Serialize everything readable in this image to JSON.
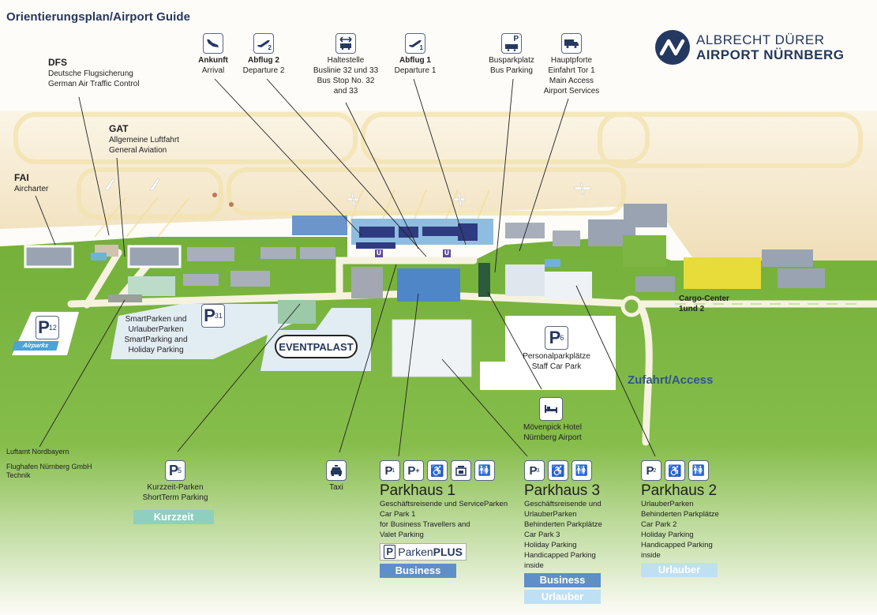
{
  "title": "Orientierungsplan/Airport Guide",
  "logo": {
    "line1": "ALBRECHT DÜRER",
    "line2": "AIRPORT NÜRNBERG",
    "brand_color": "#25385f"
  },
  "top_icons": [
    {
      "icon": "arrival-plane-icon",
      "label_bold": "Ankunft",
      "label": "Arrival"
    },
    {
      "icon": "departure-2-plane-icon",
      "label_bold": "Abflug 2",
      "label": "Departure 2",
      "badge": "2"
    },
    {
      "icon": "bus-stop-icon",
      "lines": [
        "Haltestelle",
        "Buslinie 32 und 33",
        "Bus Stop No. 32",
        "and 33"
      ]
    },
    {
      "icon": "departure-1-plane-icon",
      "label_bold": "Abflug 1",
      "label": "Departure 1",
      "badge": "1"
    },
    {
      "icon": "bus-parking-icon",
      "lines": [
        "Busparkplatz",
        "Bus Parking"
      ],
      "badge": "P"
    },
    {
      "icon": "truck-icon",
      "lines": [
        "Hauptpforte",
        "Einfahrt Tor 1",
        "Main Access",
        "Airport Services"
      ]
    }
  ],
  "left_labels": {
    "dfs": {
      "title": "DFS",
      "line1": "Deutsche Flugsicherung",
      "line2": "German Air Traffic Control"
    },
    "gat": {
      "title": "GAT",
      "line1": "Allgemeine Luftfahrt",
      "line2": "General Aviation"
    },
    "fai": {
      "title": "FAI",
      "line1": "Aircharter"
    }
  },
  "map": {
    "p12": {
      "letter": "P",
      "number": "12",
      "brand": "Airparks"
    },
    "p31": {
      "letter": "P",
      "number": "31",
      "lines": [
        "SmartParken und",
        "UrlauberParken",
        "SmartParking and",
        "Holiday Parking"
      ]
    },
    "eventpalast": "EVENTPALAST",
    "p6": {
      "letter": "P",
      "number": "6",
      "lines": [
        "Personalparkplätze",
        "Staff Car Park"
      ]
    },
    "hotel": {
      "icon": "bed-icon",
      "lines": [
        "Mövenpick Hotel",
        "Nürnberg Airport"
      ]
    },
    "cargo": {
      "lines": [
        "Cargo-Center",
        "1und 2"
      ]
    },
    "access": "Zufahrt/Access",
    "u_signs": [
      "U",
      "U"
    ],
    "p1_roof": "P1",
    "p3_roof": "P3",
    "p2_roof": "P2"
  },
  "bottom": {
    "luftamt": "Luftamt Nordbayern",
    "flughafen": [
      "Flughafen Nürnberg GmbH",
      "Technik"
    ],
    "p5": {
      "letter": "P",
      "number": "5",
      "lines": [
        "Kurzzeit-Parken",
        "ShortTerm Parking"
      ],
      "tag": "Kurzzeit"
    },
    "taxi": {
      "icon": "taxi-icon",
      "label": "Taxi"
    },
    "parkhaus1": {
      "title": "Parkhaus 1",
      "icons": [
        "parkhaus-p1-icon",
        "parken-plus-icon",
        "handicapped-parking-icon",
        "elevator-icon",
        "restroom-icon"
      ],
      "lines": [
        "Geschäftsreisende und ServiceParken",
        "Car Park 1",
        "for Business Travellers and",
        "Valet Parking"
      ],
      "parkenplus": {
        "prefix": "Parken",
        "suffix": "PLUS"
      },
      "tags": [
        "Business"
      ]
    },
    "parkhaus3": {
      "title": "Parkhaus 3",
      "icons": [
        "parkhaus-p3-icon",
        "handicapped-parking-icon",
        "restroom-icon"
      ],
      "lines": [
        "Geschäftsreisende und",
        "UrlauberParken",
        "Behinderten Parkplätze",
        "Car Park 3",
        "Holiday Parking",
        "Handicapped Parking",
        "inside"
      ],
      "tags": [
        "Business",
        "Urlauber"
      ]
    },
    "parkhaus2": {
      "title": "Parkhaus 2",
      "icons": [
        "parkhaus-p2-icon",
        "handicapped-parking-icon",
        "restroom-icon"
      ],
      "lines": [
        "UrlauberParken",
        "Behinderten Parkplätze",
        "Car Park 2",
        "Holiday Parking",
        "Handicapped Parking",
        "inside"
      ],
      "tags": [
        "Urlauber"
      ]
    }
  },
  "colors": {
    "grass": "#79b43e",
    "apron": "#f1e2c1",
    "terminal": "#5d8fc8",
    "terminal_dark": "#2c3a7c",
    "cargo_yellow": "#e8dc3a",
    "tag_kurzzeit": "#8fcfbf",
    "tag_business": "#5e8fc9",
    "tag_urlauber": "#bfe0f3"
  }
}
